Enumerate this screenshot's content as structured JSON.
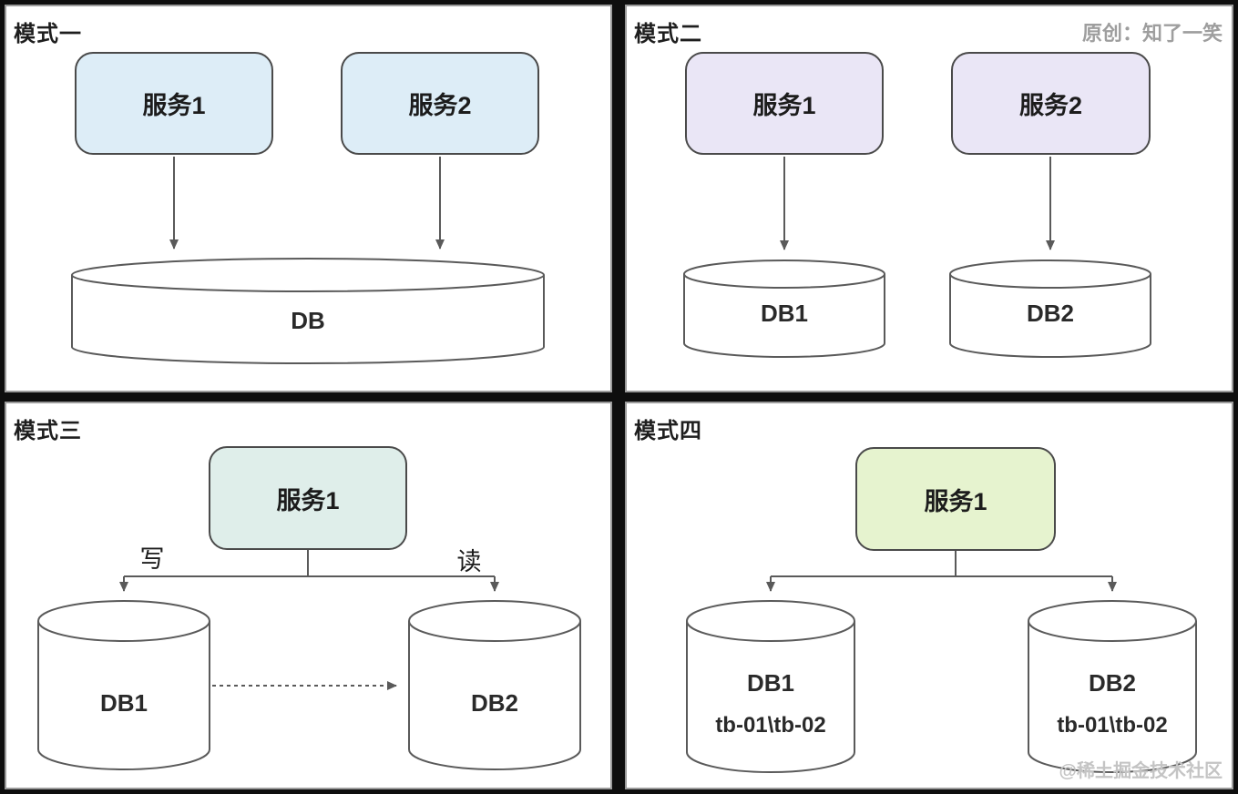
{
  "panels": [
    {
      "title": "模式一",
      "services": [
        "服务1",
        "服务2"
      ],
      "databases": [
        {
          "name": "DB"
        }
      ]
    },
    {
      "title": "模式二",
      "author_watermark": "原创：知了一笑",
      "services": [
        "服务1",
        "服务2"
      ],
      "databases": [
        {
          "name": "DB1"
        },
        {
          "name": "DB2"
        }
      ]
    },
    {
      "title": "模式三",
      "services": [
        "服务1"
      ],
      "edge_labels": {
        "write": "写",
        "read": "读"
      },
      "databases": [
        {
          "name": "DB1"
        },
        {
          "name": "DB2"
        }
      ]
    },
    {
      "title": "模式四",
      "services": [
        "服务1"
      ],
      "databases": [
        {
          "name": "DB1",
          "tables": "tb-01\\tb-02"
        },
        {
          "name": "DB2",
          "tables": "tb-01\\tb-02"
        }
      ],
      "community_watermark": "@稀土掘金技术社区"
    }
  ],
  "colors": {
    "service_blue": "#ddedf7",
    "service_purple": "#eae6f6",
    "service_mint": "#dfeeea",
    "service_green": "#e6f3cf",
    "node_border": "#4a4a4a",
    "connector": "#5a5a5a",
    "panel_border": "#9b9b9b",
    "background": "#0e0e0e",
    "watermark_gray": "#9e9e9e"
  }
}
